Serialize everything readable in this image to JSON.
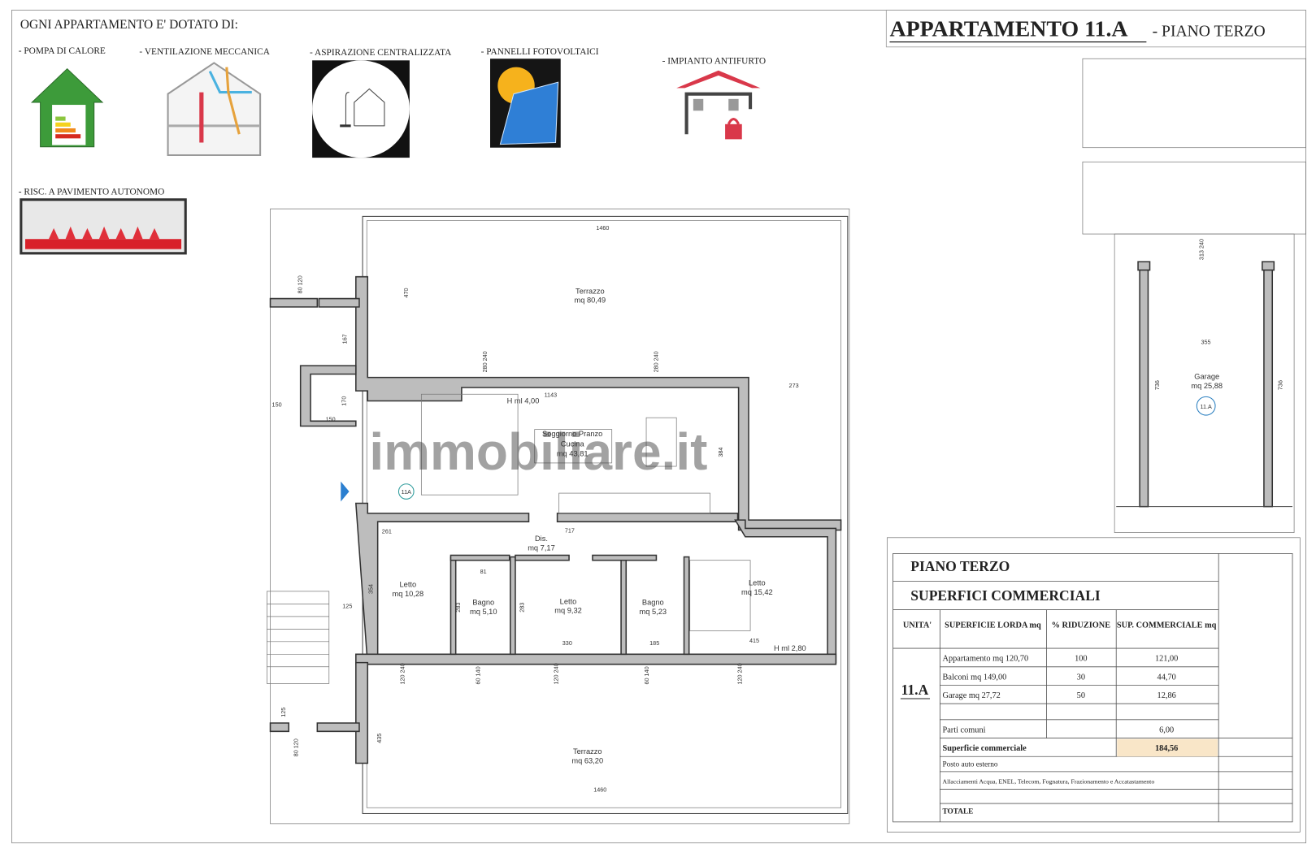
{
  "header": {
    "equipment_title": "OGNI APPARTAMENTO E' DOTATO DI:",
    "apartment_title": "APPARTAMENTO 11.A",
    "floor_subtitle": "- PIANO TERZO"
  },
  "features": [
    {
      "label": "- POMPA DI CALORE",
      "icon": "heat-pump-house-icon"
    },
    {
      "label": "- VENTILAZIONE MECCANICA",
      "icon": "ventilation-house-icon"
    },
    {
      "label": "- ASPIRAZIONE CENTRALIZZATA",
      "icon": "central-vacuum-icon"
    },
    {
      "label": "- PANNELLI  FOTOVOLTAICI",
      "icon": "solar-panel-icon"
    },
    {
      "label": "- IMPIANTO ANTIFURTO",
      "icon": "alarm-house-icon"
    },
    {
      "label": "- RISC. A PAVIMENTO AUTONOMO",
      "icon": "floor-heating-icon"
    }
  ],
  "plan": {
    "watermark": "immobiliare.it",
    "unit_badge": "11A",
    "rooms": {
      "terrazzo_top": {
        "name": "Terrazzo",
        "area": "mq 80,49"
      },
      "soggiorno": {
        "name1": "Soggiorno Pranzo",
        "name2": "Cucina",
        "area": "mq 43,81"
      },
      "dis": {
        "name": "Dis.",
        "area": "mq 7,17"
      },
      "letto1": {
        "name": "Letto",
        "area": "mq 10,28"
      },
      "bagno1": {
        "name": "Bagno",
        "area": "mq 5,10"
      },
      "letto2": {
        "name": "Letto",
        "area": "mq 9,32"
      },
      "bagno2": {
        "name": "Bagno",
        "area": "mq 5,23"
      },
      "letto3": {
        "name": "Letto",
        "area": "mq 15,42"
      },
      "terrazzo_bottom": {
        "name": "Terrazzo",
        "area": "mq 63,20"
      },
      "garage": {
        "name": "Garage",
        "area": "mq 25,88",
        "badge": "11.A"
      }
    },
    "heights": {
      "living": "H ml 4,00",
      "bedroom": "H ml 2,80"
    },
    "dimensions": [
      "1460",
      "470",
      "280 240",
      "280 240",
      "1143",
      "273",
      "150",
      "150",
      "170",
      "167",
      "80 120",
      "384",
      "717",
      "261",
      "354",
      "125",
      "81",
      "283",
      "283",
      "330",
      "185",
      "415",
      "120 240",
      "60 140",
      "120 240",
      "60 140",
      "120 240",
      "435",
      "80 120",
      "1460",
      "125",
      "355",
      "736",
      "736",
      "313 240"
    ]
  },
  "table": {
    "title1": "PIANO   TERZO",
    "title2": "SUPERFICI  COMMERCIALI",
    "headers": [
      "UNITA'",
      "SUPERFICIE LORDA mq",
      "% RIDUZIONE",
      "SUP. COMMERCIALE mq"
    ],
    "unit": "11.A",
    "rows": [
      {
        "desc": "Appartamento mq 120,70",
        "reduction": "100",
        "commercial": "121,00"
      },
      {
        "desc": "Balconi mq 149,00",
        "reduction": "30",
        "commercial": "44,70"
      },
      {
        "desc": "Garage mq 27,72",
        "reduction": "50",
        "commercial": "12,86"
      },
      {
        "desc": "",
        "reduction": "",
        "commercial": ""
      },
      {
        "desc": "Parti comuni",
        "reduction": "",
        "commercial": "6,00"
      }
    ],
    "total_label": "Superficie commerciale",
    "total_value": "184,56",
    "total_highlight": "#f9e6c8",
    "extra_rows": [
      "Posto auto esterno",
      "Allacciamenti  Acqua, ENEL, Telecom, Fognatura, Frazionamento e Accatastamento",
      ""
    ],
    "grand_total_label": "TOTALE"
  }
}
